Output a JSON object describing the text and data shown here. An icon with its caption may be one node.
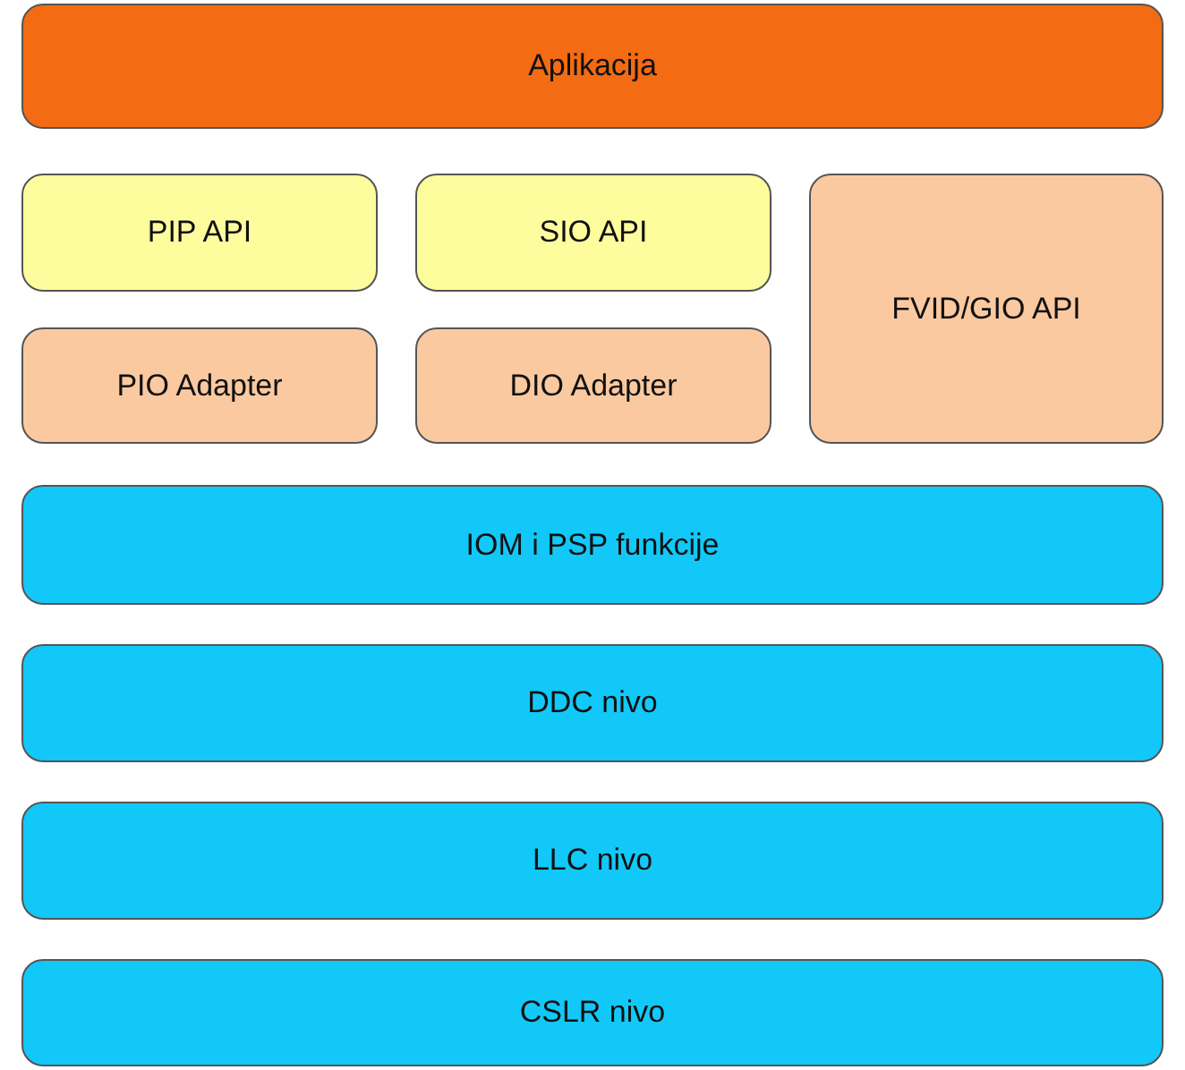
{
  "diagram": {
    "nodes": [
      {
        "text": [
          "Aplikacija"
        ]
      },
      {
        "text": [
          "PIP API"
        ]
      },
      {
        "text": [
          "SIO API"
        ]
      },
      {
        "text": [
          "FVID/GIO API"
        ]
      },
      {
        "text": [
          "PIO Adapter"
        ]
      },
      {
        "text": [
          "DIO Adapter"
        ]
      },
      {
        "text": [
          "IOM i PSP funkcije"
        ]
      },
      {
        "text": [
          "DDC nivo"
        ]
      },
      {
        "text": [
          "LLC nivo"
        ]
      },
      {
        "text": [
          "CSLR nivo"
        ]
      }
    ]
  }
}
